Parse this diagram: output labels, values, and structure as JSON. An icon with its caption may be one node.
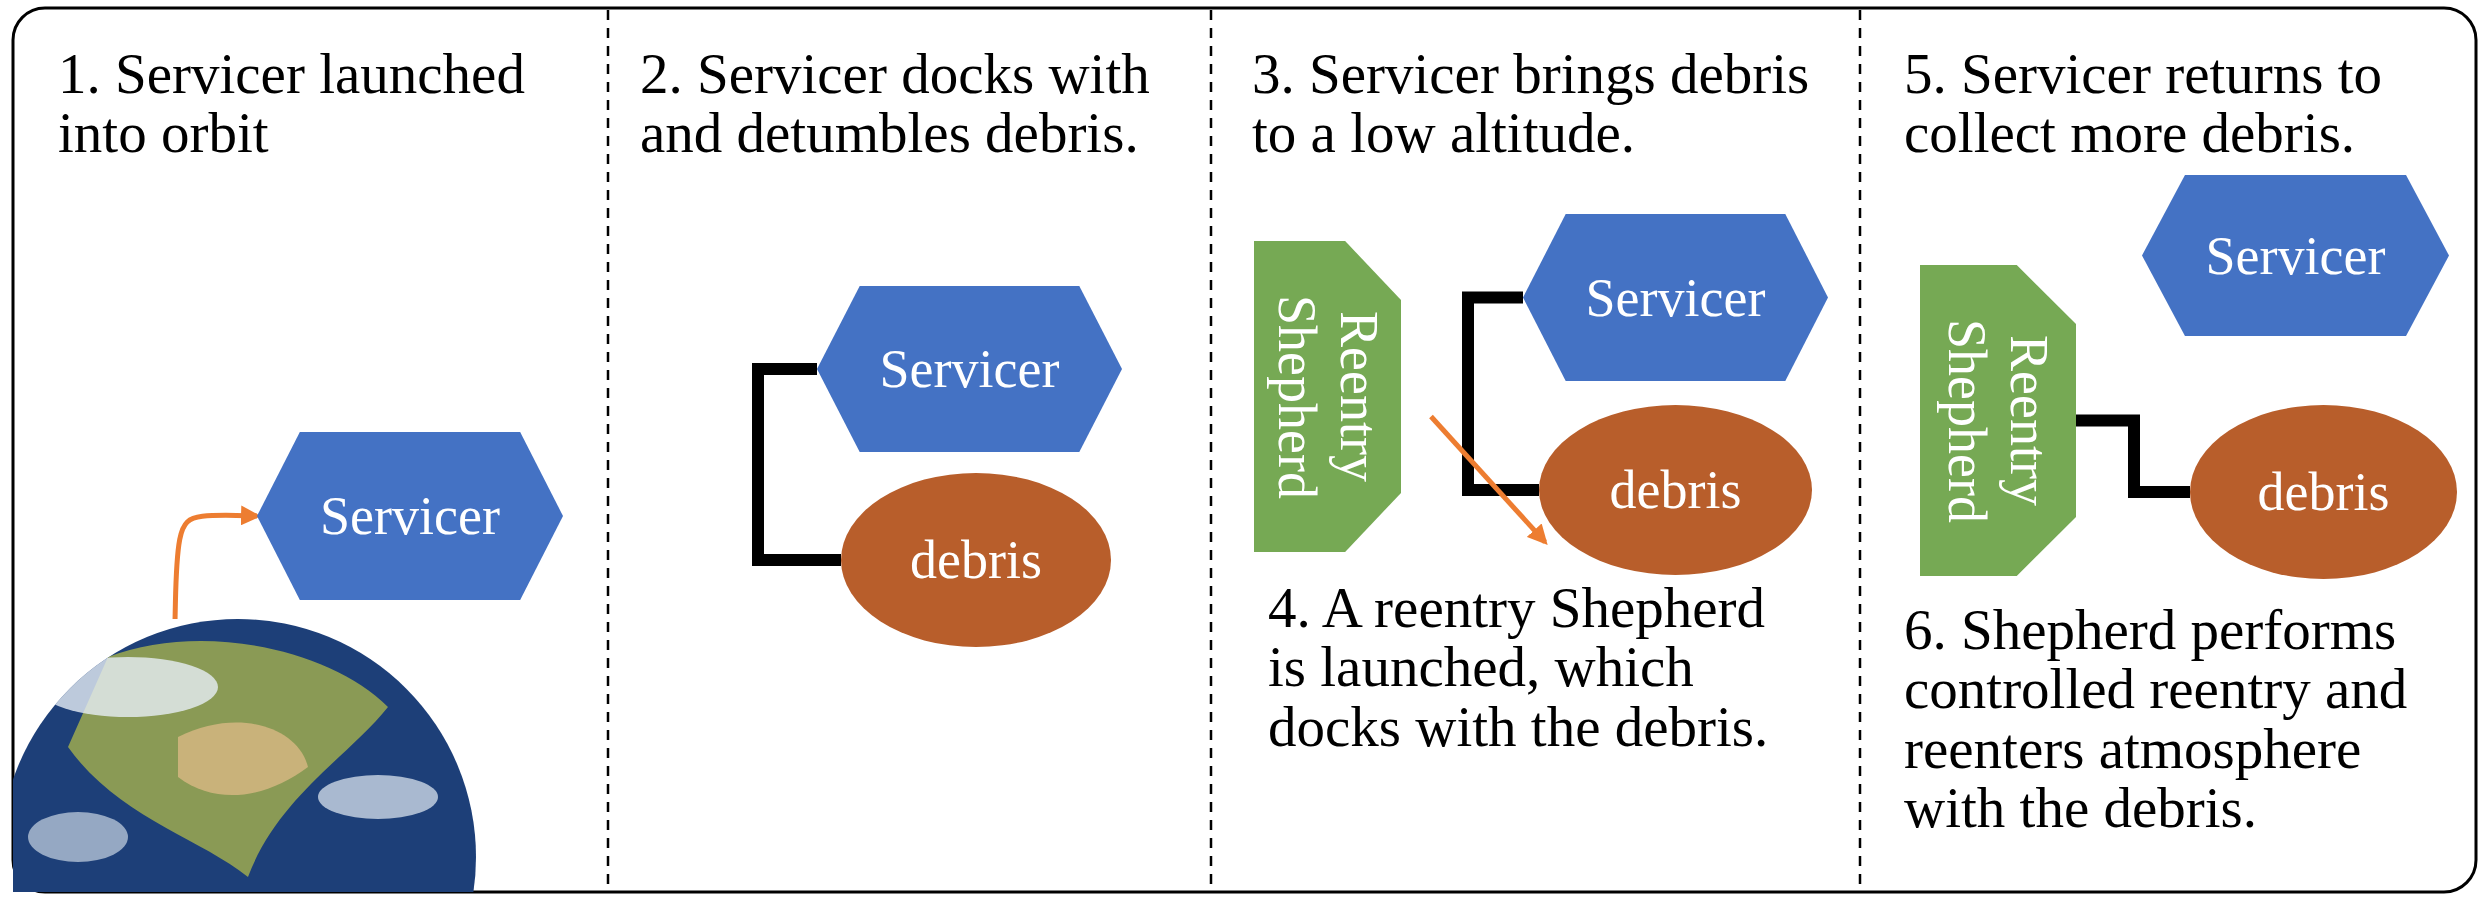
{
  "diagram": {
    "nodes": [
      {
        "text": [],
        "shape": "picture"
      },
      {
        "text": [
          "Servicer"
        ]
      },
      {
        "text": [
          "Servicer"
        ]
      },
      {
        "text": [
          "debris"
        ]
      },
      {
        "text": [
          "Reentry Shepherd"
        ]
      },
      {
        "text": [
          "Servicer"
        ]
      },
      {
        "text": [
          "debris"
        ]
      },
      {
        "text": [
          "Reentry Shepherd"
        ]
      },
      {
        "text": [
          "Servicer"
        ]
      },
      {
        "text": [
          "debris"
        ]
      }
    ],
    "edges": [
      {
        "from": 0,
        "to": 1,
        "arrow": "to",
        "color": "#ed7d31"
      },
      {
        "from": 2,
        "to": 3,
        "arrow": "none"
      },
      {
        "from": 5,
        "to": 6,
        "arrow": "none"
      },
      {
        "from": 4,
        "to": 6,
        "arrow": "to",
        "color": "#ed7d31"
      },
      {
        "from": 7,
        "to": 9,
        "arrow": "none"
      }
    ],
    "labels": [
      "1. Servicer launched into orbit",
      "2. Servicer docks with and detumbles debris.",
      "3. Servicer brings debris to a low altitude.",
      "4. A reentry Shepherd is launched, which docks with the debris.",
      "5. Servicer returns to collect more debris.",
      "6. Shepherd performs controlled reentry and reenters atmosphere with the debris."
    ]
  }
}
